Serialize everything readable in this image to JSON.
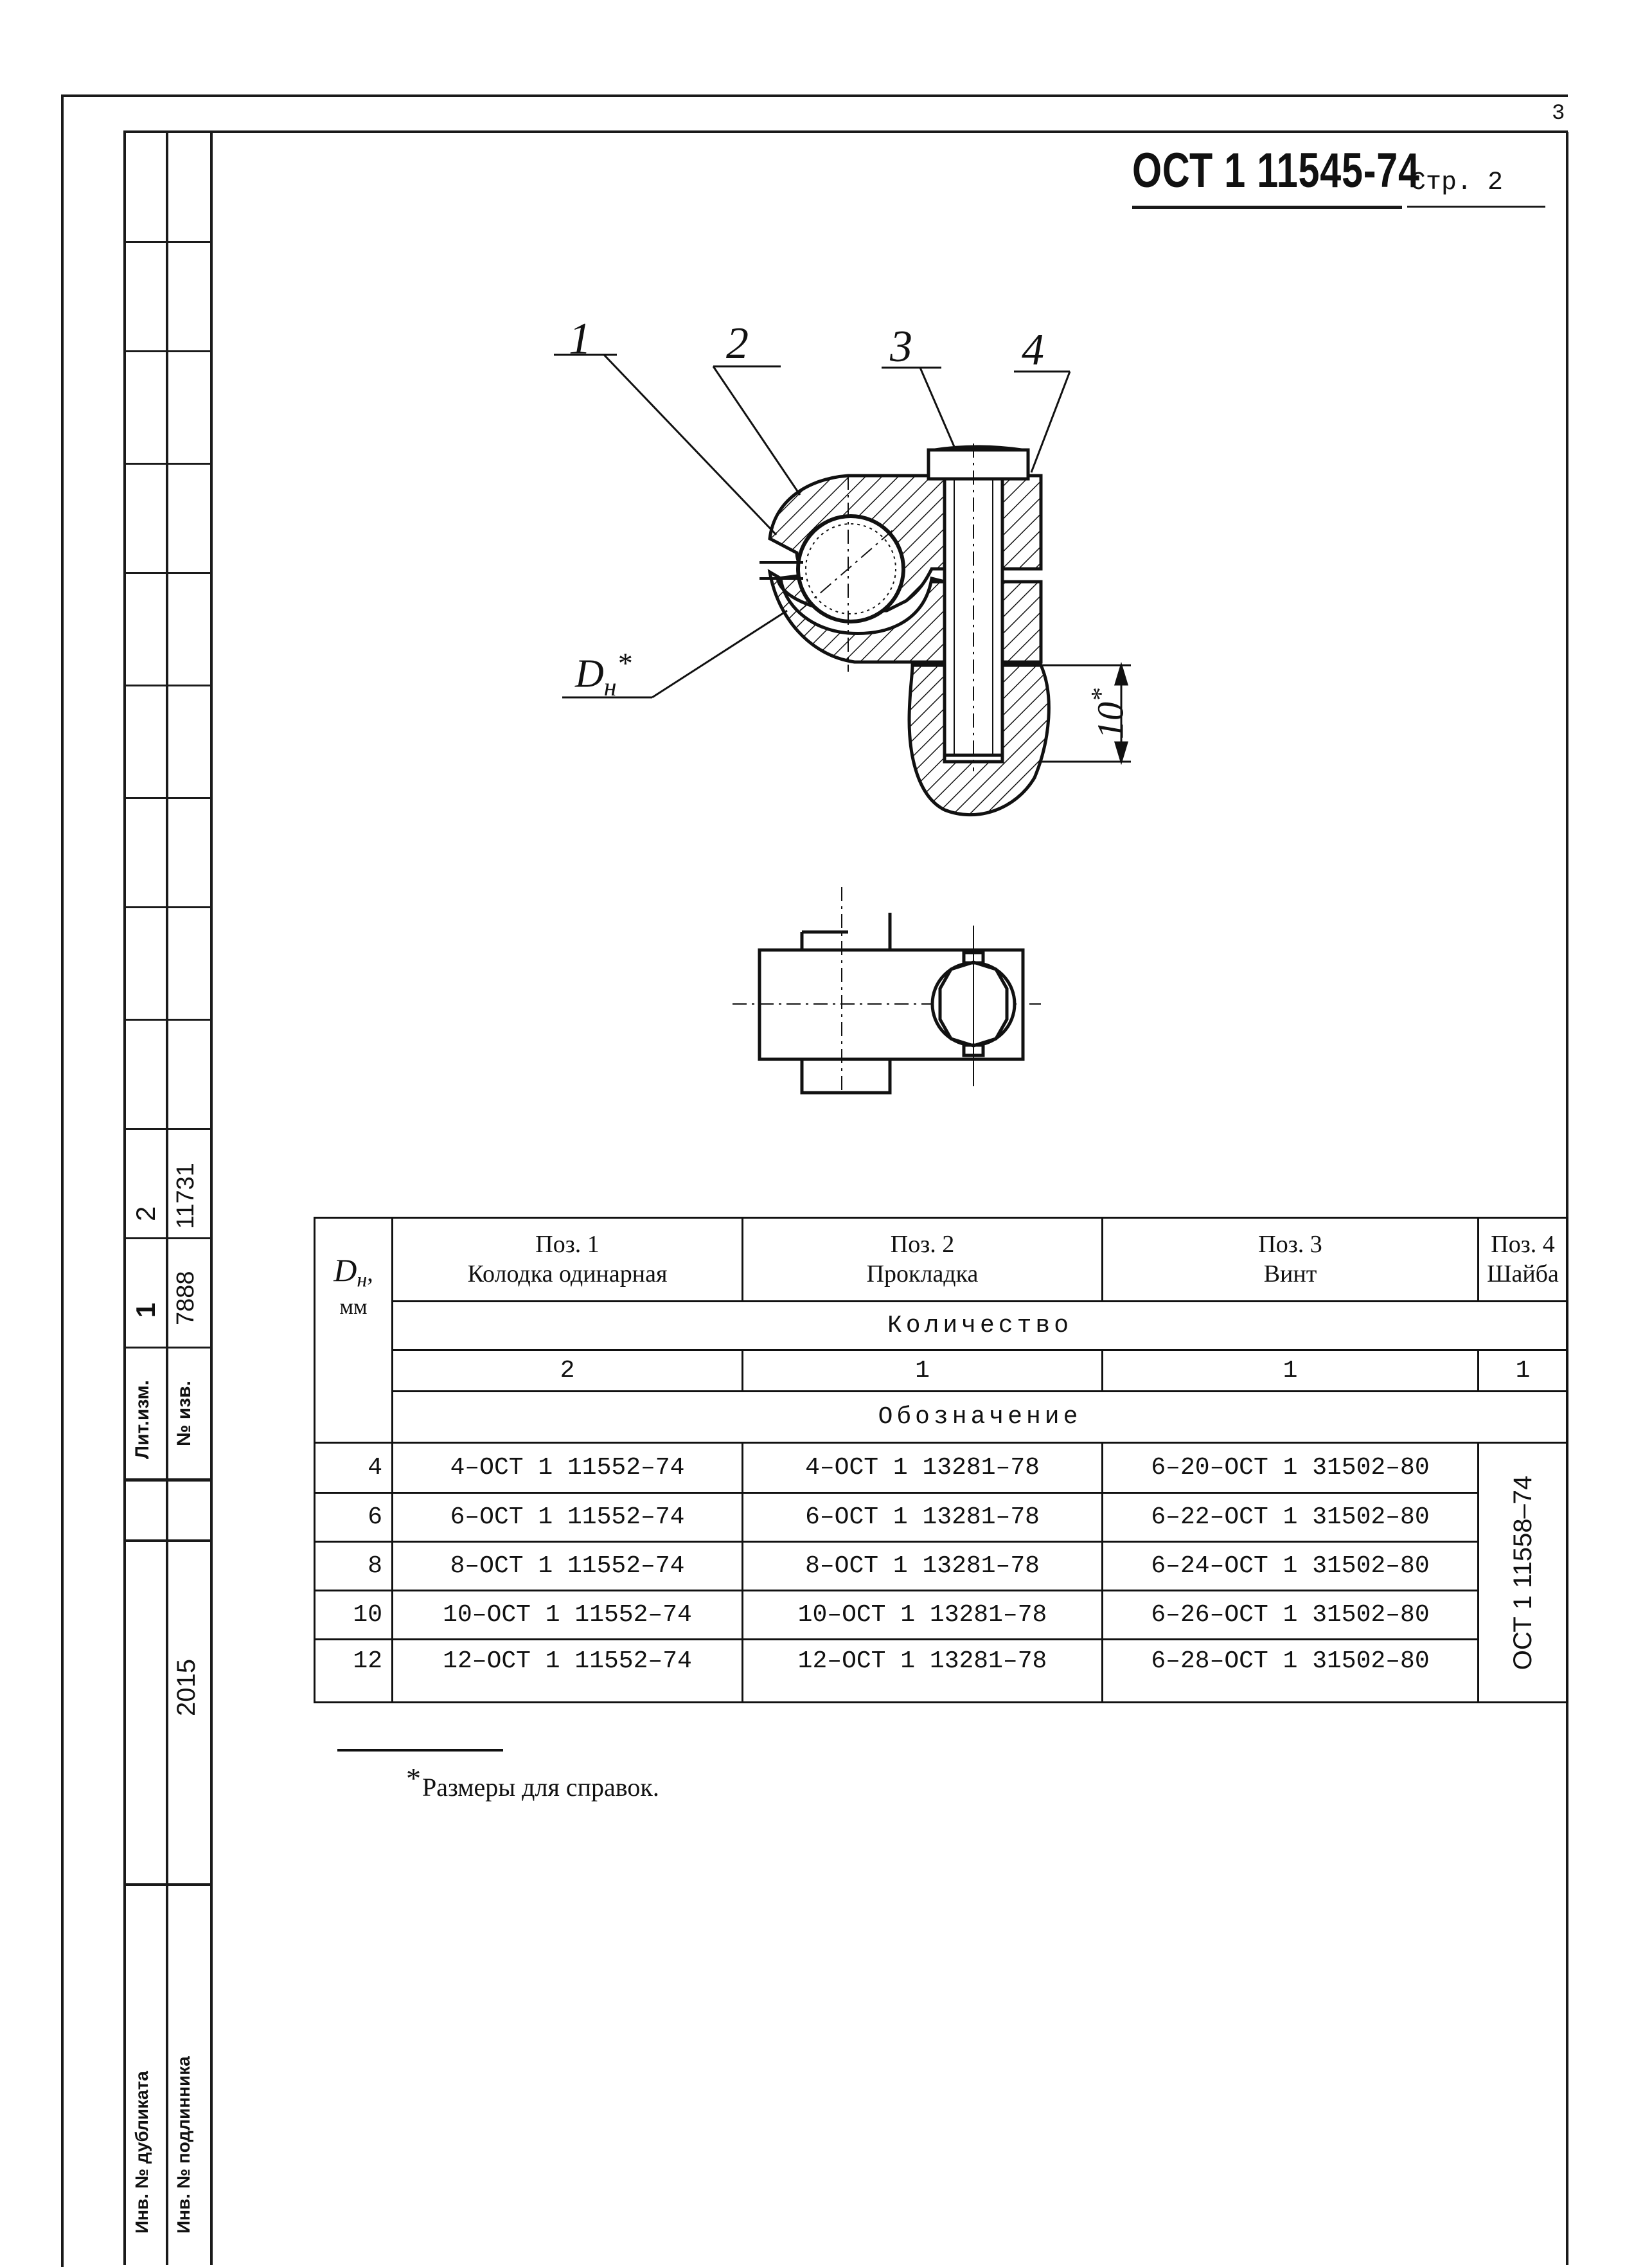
{
  "header": {
    "sheet_number": "3",
    "document_code": "ОСТ 1 11545-74",
    "page_label": "Стр. 2"
  },
  "stamp": {
    "lit_izm_label": "Лит.изм.",
    "no_izv_label": "№ изв.",
    "rev1": "1",
    "rev2": "2",
    "izv1": "7888",
    "izv2": "11731",
    "year": "2015",
    "inv_dubl_label": "Инв. № дубликата",
    "inv_podl_label": "Инв. № подлинника"
  },
  "drawing": {
    "callouts": [
      "1",
      "2",
      "3",
      "4"
    ],
    "dim_diameter": "D",
    "dim_diameter_sub": "н",
    "dim_star": "*",
    "dim_depth": "10"
  },
  "table": {
    "dn_label": "D",
    "dn_sub": "н",
    "dn_unit": "мм",
    "columns": [
      {
        "pos": "Поз. 1",
        "name": "Колодка одинарная",
        "qty": "2"
      },
      {
        "pos": "Поз. 2",
        "name": "Прокладка",
        "qty": "1"
      },
      {
        "pos": "Поз. 3",
        "name": "Винт",
        "qty": "1"
      },
      {
        "pos": "Поз. 4",
        "name": "Шайба",
        "qty": "1"
      }
    ],
    "qty_label": "Количество",
    "designation_label": "Обозначение",
    "rows": [
      {
        "dn": "4",
        "pos1": "4–ОСТ 1 11552–74",
        "pos2": "4–ОСТ 1 13281–78",
        "pos3": "6–20–ОСТ 1 31502–80"
      },
      {
        "dn": "6",
        "pos1": "6–ОСТ 1 11552–74",
        "pos2": "6–ОСТ 1 13281–78",
        "pos3": "6–22–ОСТ 1 31502–80"
      },
      {
        "dn": "8",
        "pos1": "8–ОСТ 1 11552–74",
        "pos2": "8–ОСТ 1 13281–78",
        "pos3": "6–24–ОСТ 1 31502–80"
      },
      {
        "dn": "10",
        "pos1": "10–ОСТ 1 11552–74",
        "pos2": "10–ОСТ 1 13281–78",
        "pos3": "6–26–ОСТ 1 31502–80"
      },
      {
        "dn": "12",
        "pos1": "12–ОСТ 1 11552–74",
        "pos2": "12–ОСТ 1 13281–78",
        "pos3": "6–28–ОСТ 1 31502–80"
      }
    ],
    "washer_designation": "ОСТ 1 11558–74"
  },
  "footnote": {
    "star": "*",
    "text": "Размеры для справок."
  }
}
